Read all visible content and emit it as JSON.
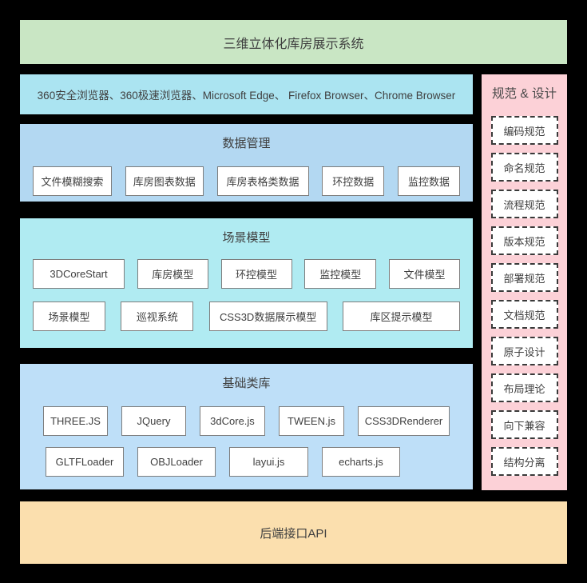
{
  "header": {
    "title": "三维立体化库房展示系统"
  },
  "browser_bar": {
    "text": "360安全浏览器、360极速浏览器、Microsoft Edge、 Firefox Browser、Chrome Browser"
  },
  "sections": {
    "data_management": {
      "title": "数据管理",
      "items": [
        "文件模糊搜索",
        "库房图表数据",
        "库房表格类数据",
        "环控数据",
        "监控数据"
      ]
    },
    "scene_model": {
      "title": "场景模型",
      "row1": [
        "3DCoreStart",
        "库房模型",
        "环控模型",
        "监控模型",
        "文件模型"
      ],
      "row2": [
        "场景模型",
        "巡视系统",
        "CSS3D数据展示模型",
        "库区提示模型"
      ]
    },
    "base_library": {
      "title": "基础类库",
      "row1": [
        "THREE.JS",
        "JQuery",
        "3dCore.js",
        "TWEEN.js",
        "CSS3DRenderer"
      ],
      "row2": [
        "GLTFLoader",
        "OBJLoader",
        "layui.js",
        "echarts.js"
      ]
    }
  },
  "spec_panel": {
    "title": "规范 & 设计",
    "items": [
      "编码规范",
      "命名规范",
      "流程规范",
      "版本规范",
      "部署规范",
      "文档规范",
      "原子设计",
      "布局理论",
      "向下兼容",
      "结构分离"
    ]
  },
  "footer": {
    "title": "后端接口API"
  },
  "colors": {
    "green": "#c9e6c4",
    "cyan_bright": "#abe4f1",
    "blue_data": "#b3d8f2",
    "cyan_scene": "#b0ebf2",
    "blue_base": "#bedff8",
    "pink": "#fcd1d7",
    "orange": "#fbdfae"
  }
}
